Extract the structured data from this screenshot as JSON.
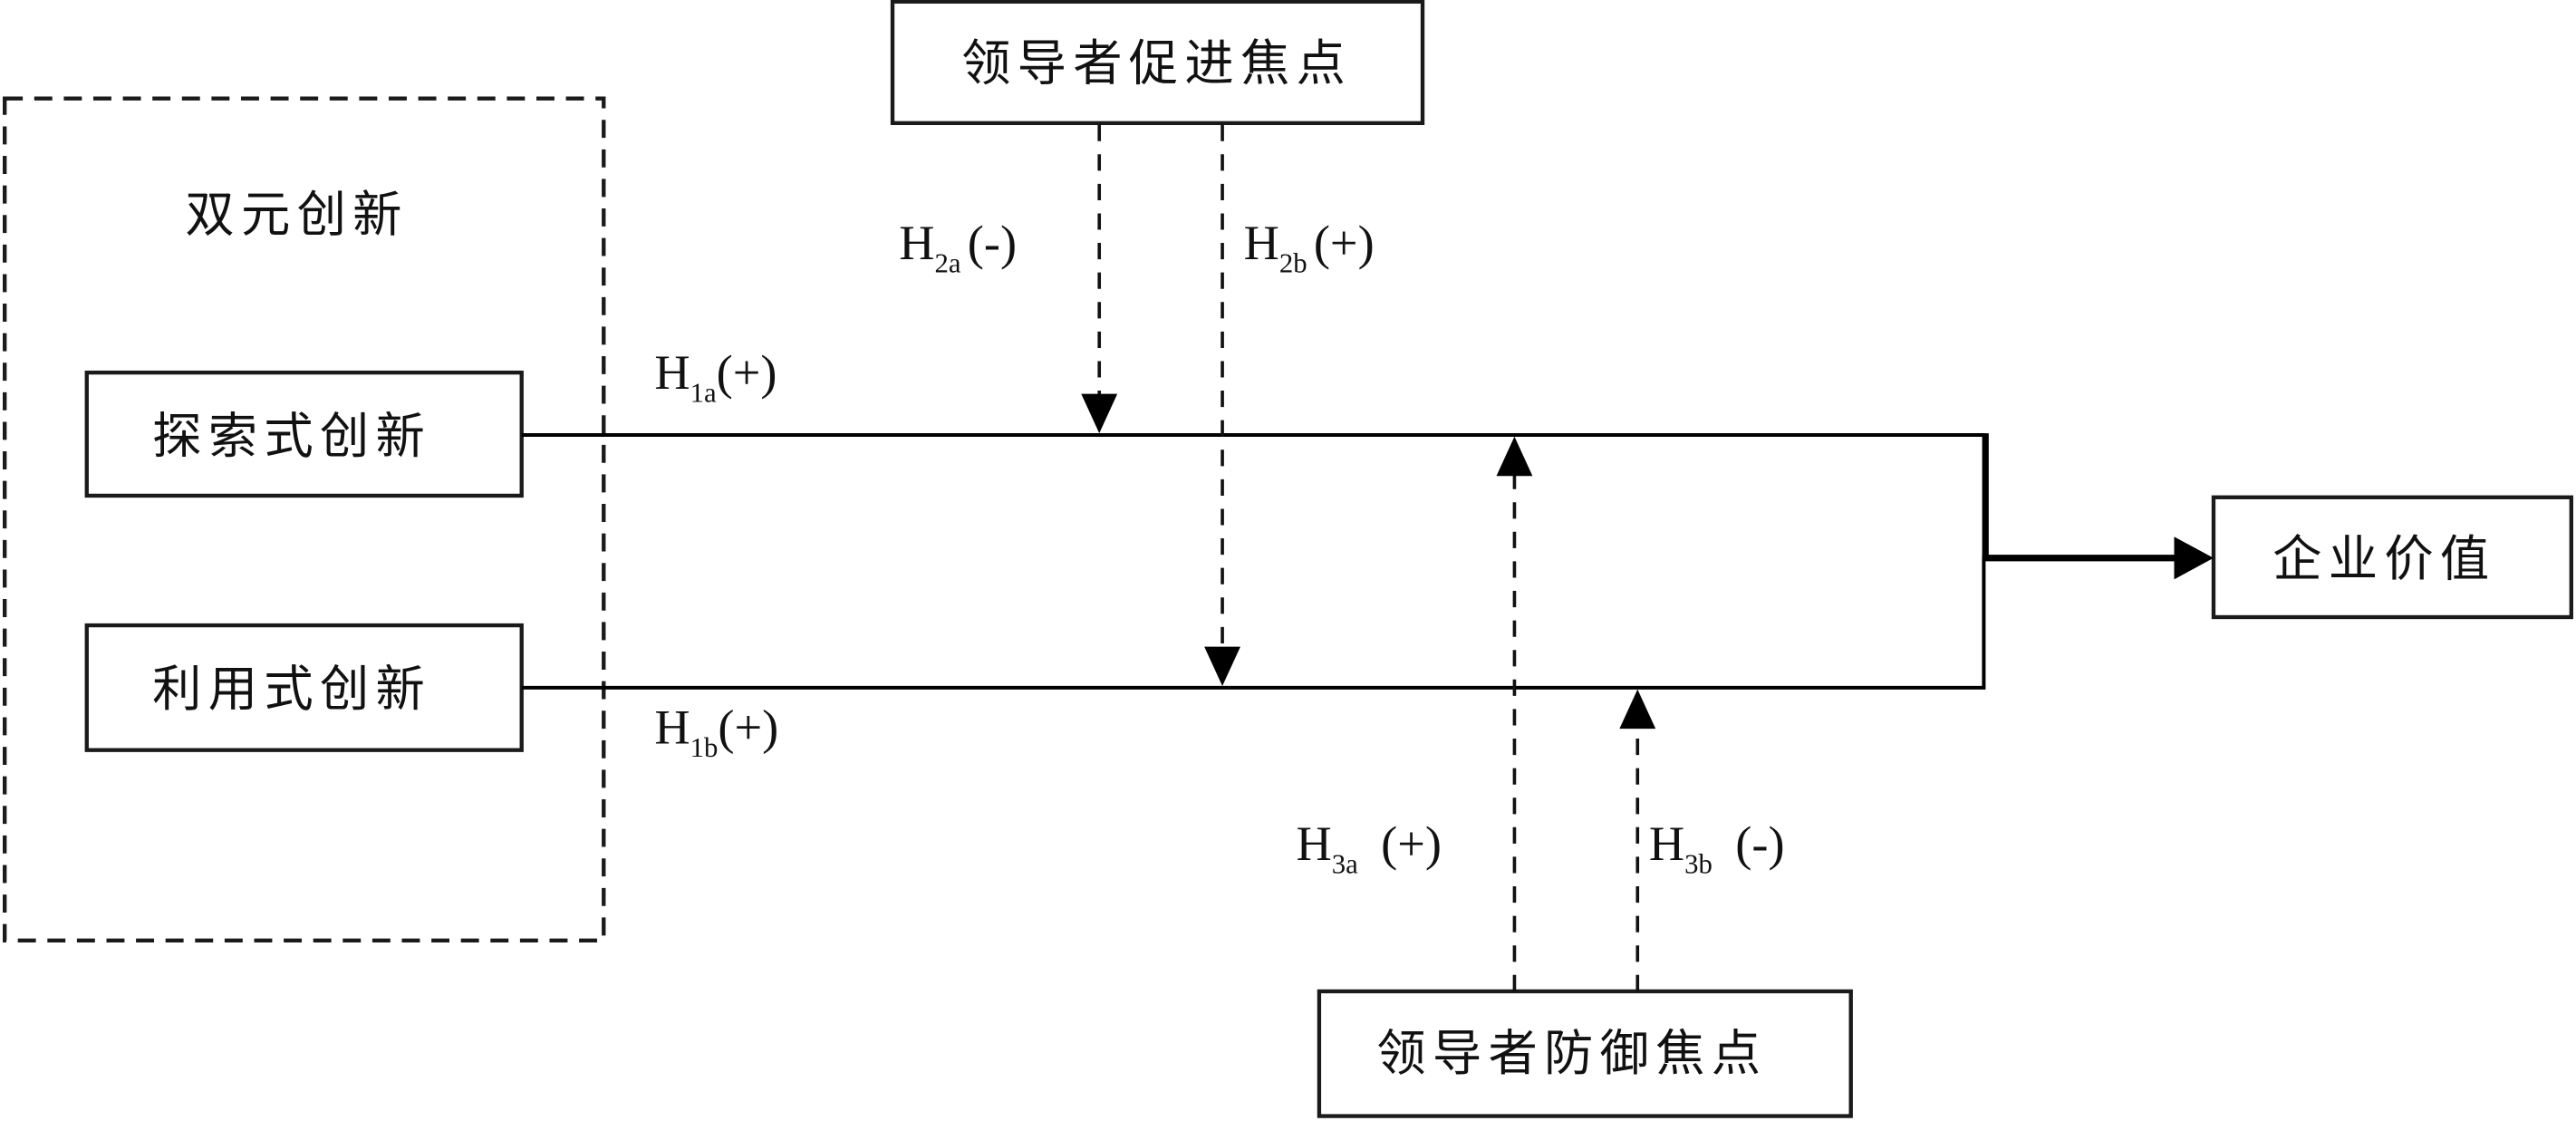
{
  "diagram": {
    "type": "research-model",
    "group": {
      "label": "双元创新"
    },
    "nodes": {
      "exploratory": "探索式创新",
      "exploitative": "利用式创新",
      "promotion": "领导者促进焦点",
      "prevention": "领导者防御焦点",
      "firm_value": "企业价值"
    },
    "hypotheses": {
      "h1a": {
        "base": "H",
        "sub": "1a",
        "sign": "(+)"
      },
      "h1b": {
        "base": "H",
        "sub": "1b",
        "sign": "(+)"
      },
      "h2a": {
        "base": "H",
        "sub": "2a",
        "sign": "(-)"
      },
      "h2b": {
        "base": "H",
        "sub": "2b",
        "sign": "(+)"
      },
      "h3a": {
        "base": "H",
        "sub": "3a",
        "sign": "(+)"
      },
      "h3b": {
        "base": "H",
        "sub": "3b",
        "sign": "(-)"
      }
    },
    "edges": [
      {
        "from": "exploratory",
        "to": "firm_value",
        "hypothesis": "h1a",
        "style": "solid"
      },
      {
        "from": "exploitative",
        "to": "firm_value",
        "hypothesis": "h1b",
        "style": "solid"
      },
      {
        "from": "promotion",
        "to": "exploratory-path",
        "hypothesis": "h2a",
        "style": "dashed"
      },
      {
        "from": "promotion",
        "to": "exploitative-path",
        "hypothesis": "h2b",
        "style": "dashed"
      },
      {
        "from": "prevention",
        "to": "exploratory-path",
        "hypothesis": "h3a",
        "style": "dashed"
      },
      {
        "from": "prevention",
        "to": "exploitative-path",
        "hypothesis": "h3b",
        "style": "dashed"
      }
    ]
  }
}
